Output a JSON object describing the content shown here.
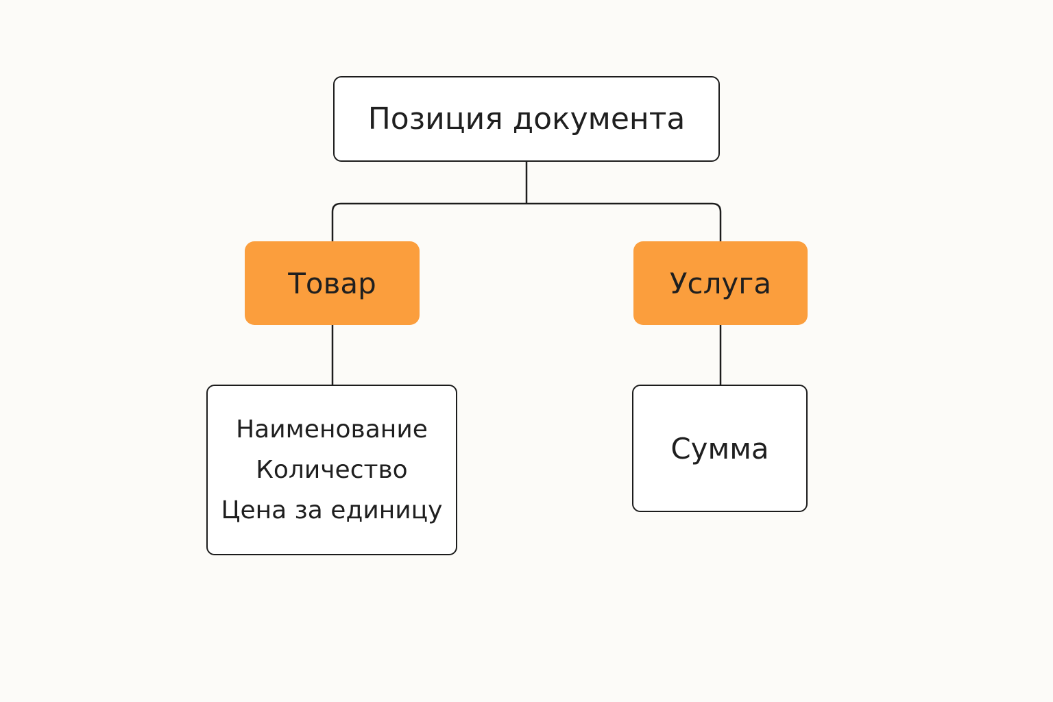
{
  "diagram": {
    "root": {
      "label": "Позиция документа"
    },
    "children": [
      {
        "label": "Товар",
        "fields": [
          "Наименование",
          "Количество",
          "Цена за единицу"
        ]
      },
      {
        "label": "Услуга",
        "fields": [
          "Сумма"
        ]
      }
    ]
  },
  "colors": {
    "background": "#fcfbf8",
    "category_fill": "#fb9e3d",
    "border": "#1c1c1c",
    "text": "#1f1f1f"
  }
}
